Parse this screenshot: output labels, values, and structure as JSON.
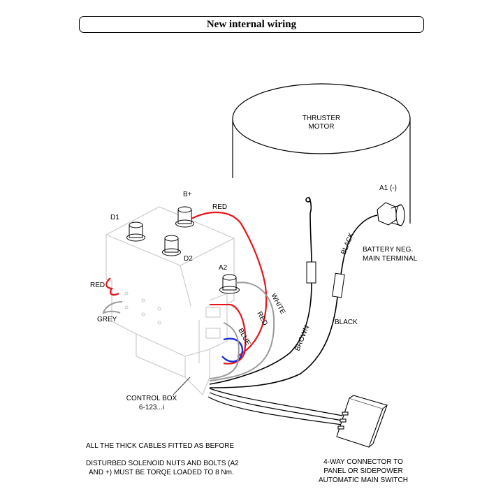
{
  "title": "New internal wiring",
  "labels": {
    "thruster_motor_1": "THRUSTER",
    "thruster_motor_2": "MOTOR",
    "a1": "A1 (-)",
    "battery_neg_1": "BATTERY NEG.",
    "battery_neg_2": "MAIN TERMINAL",
    "black_1": "BLACK",
    "black_2": "BLACK",
    "brown": "BROWN",
    "white": "WHITE",
    "red_top": "RED",
    "red_left": "RED",
    "red_mid": "RED",
    "blue": "BLUE",
    "grey": "GREY",
    "b_plus": "B+",
    "d1": "D1",
    "d2": "D2",
    "a2": "A2",
    "control_box_1": "CONTROL BOX",
    "control_box_2": "6-123...i",
    "note_1": "ALL THE THICK CABLES FITTED AS BEFORE",
    "note_2a": "DISTURBED SOLENOID NUTS AND BOLTS (A2",
    "note_2b": "AND +) MUST BE TORQE LOADED TO 8 Nm.",
    "connector_1": "4-WAY CONNECTOR TO",
    "connector_2": "PANEL OR SIDEPOWER",
    "connector_3": "AUTOMATIC MAIN SWITCH"
  },
  "colors": {
    "red_wire": "#e8141b",
    "blue_wire": "#1c2fd6",
    "grey_wire": "#9a9a9a",
    "black_wire": "#000000",
    "box_outline": "#c8c8c8"
  }
}
